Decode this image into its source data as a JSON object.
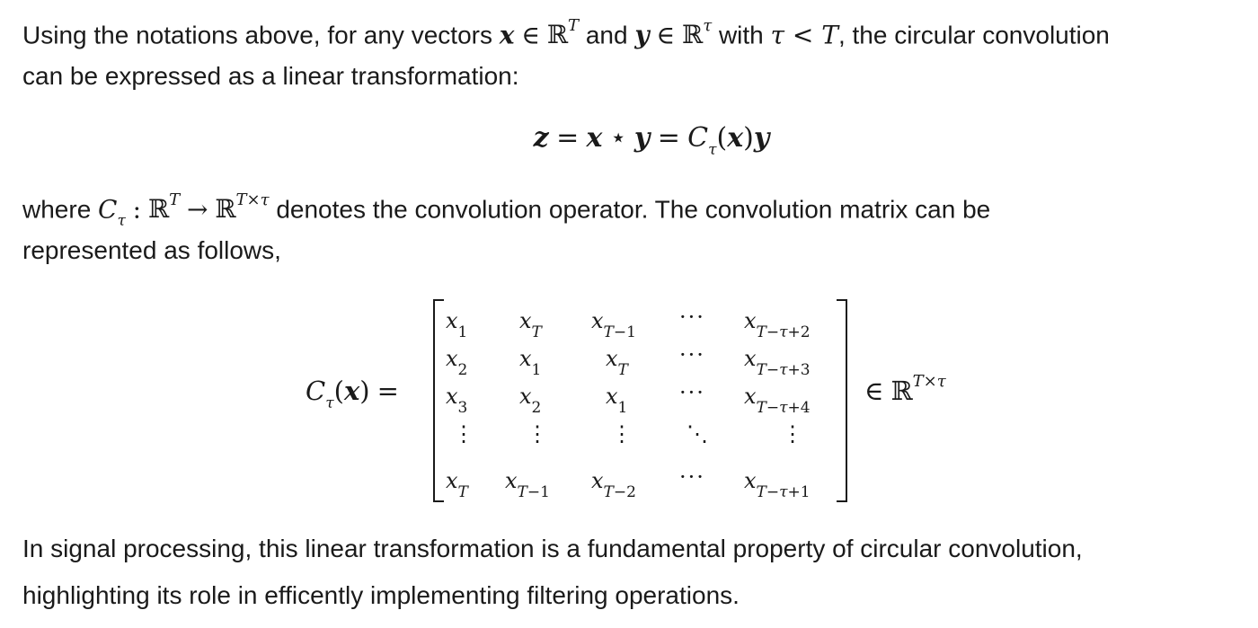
{
  "paragraphs": {
    "intro_p1": "Using the notations above, for any vectors",
    "intro_and": "and",
    "intro_with": "with",
    "intro_tail": ", the circular convolution",
    "intro_line2": "can be expressed as a linear transformation:",
    "where_word": "where",
    "where_tail": "denotes the convolution operator. The convolution matrix can be",
    "where_line2": "represented as follows,",
    "closing_line1": "In signal processing, this linear transformation is a fundamental property of circular convolution,",
    "closing_line2": "highlighting its role in efficently implementing filtering operations."
  },
  "matrix": {
    "rows": [
      [
        "x_1",
        "x_T",
        "x_T-1",
        "···",
        "x_T-τ+2"
      ],
      [
        "x_2",
        "x_1",
        "x_T",
        "···",
        "x_T-τ+3"
      ],
      [
        "x_3",
        "x_2",
        "x_1",
        "···",
        "x_T-τ+4"
      ],
      [
        "⋮",
        "⋮",
        "⋮",
        "⋱",
        "⋮"
      ],
      [
        "x_T",
        "x_T-1",
        "x_T-2",
        "···",
        "x_T-τ+1"
      ]
    ]
  }
}
